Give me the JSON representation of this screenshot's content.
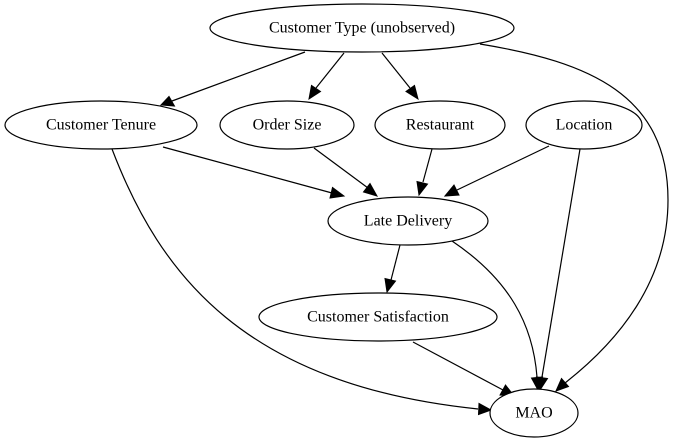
{
  "diagram": {
    "nodes": {
      "customer_type": {
        "label": "Customer Type (unobserved)"
      },
      "customer_tenure": {
        "label": "Customer Tenure"
      },
      "order_size": {
        "label": "Order Size"
      },
      "restaurant": {
        "label": "Restaurant"
      },
      "location": {
        "label": "Location"
      },
      "late_delivery": {
        "label": "Late Delivery"
      },
      "customer_satisfaction": {
        "label": "Customer Satisfaction"
      },
      "mao": {
        "label": "MAO"
      }
    },
    "edges": [
      {
        "from": "customer_type",
        "to": "customer_tenure"
      },
      {
        "from": "customer_type",
        "to": "order_size"
      },
      {
        "from": "customer_type",
        "to": "restaurant"
      },
      {
        "from": "customer_type",
        "to": "mao"
      },
      {
        "from": "customer_tenure",
        "to": "late_delivery"
      },
      {
        "from": "customer_tenure",
        "to": "mao"
      },
      {
        "from": "order_size",
        "to": "late_delivery"
      },
      {
        "from": "restaurant",
        "to": "late_delivery"
      },
      {
        "from": "location",
        "to": "late_delivery"
      },
      {
        "from": "location",
        "to": "mao"
      },
      {
        "from": "late_delivery",
        "to": "customer_satisfaction"
      },
      {
        "from": "late_delivery",
        "to": "mao"
      },
      {
        "from": "customer_satisfaction",
        "to": "mao"
      }
    ]
  }
}
